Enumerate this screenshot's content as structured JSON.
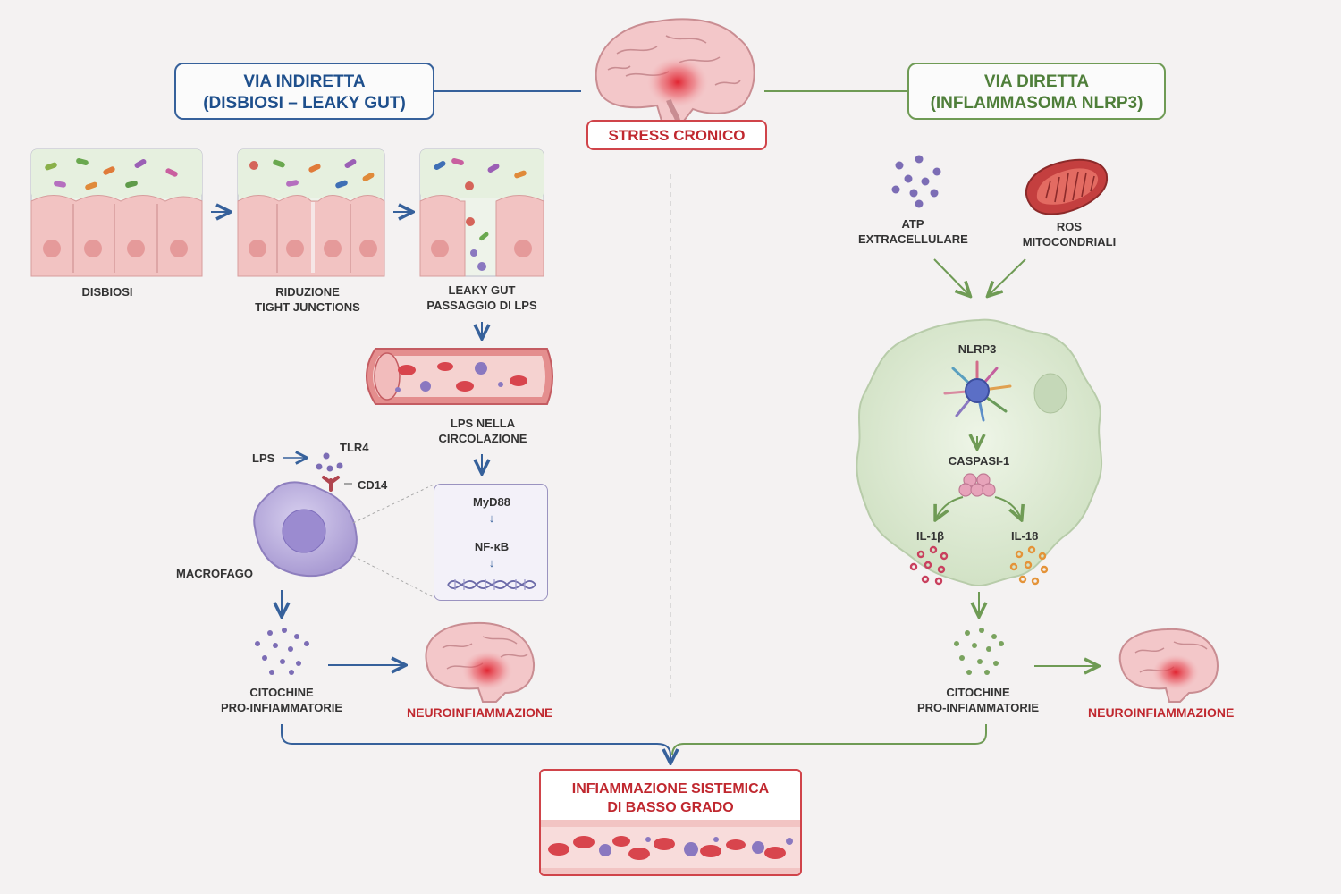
{
  "header": {
    "indirect_line1": "VIA INDIRETTA",
    "indirect_line2": "(DISBIOSI – LEAKY GUT)",
    "direct_line1": "VIA DIRETTA",
    "direct_line2": "(INFLAMMASOMA NLRP3)",
    "stress": "STRESS CRONICO"
  },
  "indirect": {
    "gut_panels": [
      {
        "line1": "DISBIOSI",
        "line2": ""
      },
      {
        "line1": "RIDUZIONE",
        "line2": "TIGHT JUNCTIONS"
      },
      {
        "line1": "LEAKY GUT",
        "line2": "PASSAGGIO DI LPS"
      }
    ],
    "lps_circ_line1": "LPS NELLA",
    "lps_circ_line2": "CIRCOLAZIONE",
    "lps": "LPS",
    "tlr4": "TLR4",
    "cd14": "CD14",
    "macrofago": "MACROFAGO",
    "myd88": "MyD88",
    "nfkb": "NF-κB",
    "cyt_line1": "CITOCHINE",
    "cyt_line2": "PRO-INFIAMMATORIE",
    "neuro": "NEUROINFIAMMAZIONE"
  },
  "direct": {
    "atp_line1": "ATP",
    "atp_line2": "EXTRACELLULARE",
    "ros_line1": "ROS",
    "ros_line2": "MITOCONDRIALI",
    "nlrp3": "NLRP3",
    "caspasi": "CASPASI-1",
    "il1b": "IL-1β",
    "il18": "IL-18",
    "cyt_line1": "CITOCHINE",
    "cyt_line2": "PRO-INFIAMMATORIE",
    "neuro": "NEUROINFIAMMAZIONE"
  },
  "outcome": {
    "line1": "INFIAMMAZIONE SISTEMICA",
    "line2": "DI BASSO GRADO"
  },
  "colors": {
    "indirect_accent": "#36619b",
    "direct_accent": "#6f9b55",
    "stress_accent": "#c0282f"
  }
}
